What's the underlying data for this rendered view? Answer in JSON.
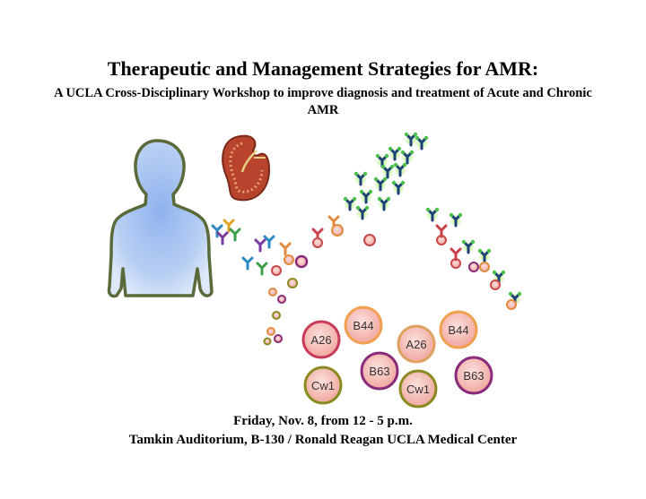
{
  "header": {
    "title": "Therapeutic and Management Strategies for AMR:",
    "subtitle": "A UCLA Cross-Disciplinary Workshop to improve diagnosis and treatment of Acute and Chronic AMR"
  },
  "event": {
    "date": "Friday, Nov. 8, from 12 - 5 p.m.",
    "location": "Tamkin Auditorium, B-130 / Ronald Reagan UCLA Medical Center"
  },
  "antigens": [
    {
      "label": "B44",
      "ring": "#f0a050"
    },
    {
      "label": "A26",
      "ring": "#c83a5a"
    },
    {
      "label": "A26",
      "ring": "#e0a060"
    },
    {
      "label": "B44",
      "ring": "#f0a050"
    },
    {
      "label": "B63",
      "ring": "#8a2a7a"
    },
    {
      "label": "B63",
      "ring": "#8a2a7a"
    },
    {
      "label": "Cw1",
      "ring": "#8a8a20"
    },
    {
      "label": "Cw1",
      "ring": "#8a8a20"
    }
  ],
  "colors": {
    "body_fill": "#aac2ee",
    "body_outline": "#5a6a3a",
    "kidney": "#a83a2a",
    "antibody_blue": "#1c3f78",
    "antibody_green": "#2e9a3a",
    "glow": "#99ee66"
  },
  "icons": [
    "human-silhouette-icon",
    "kidney-icon",
    "antibody-icon",
    "cell-icon"
  ]
}
